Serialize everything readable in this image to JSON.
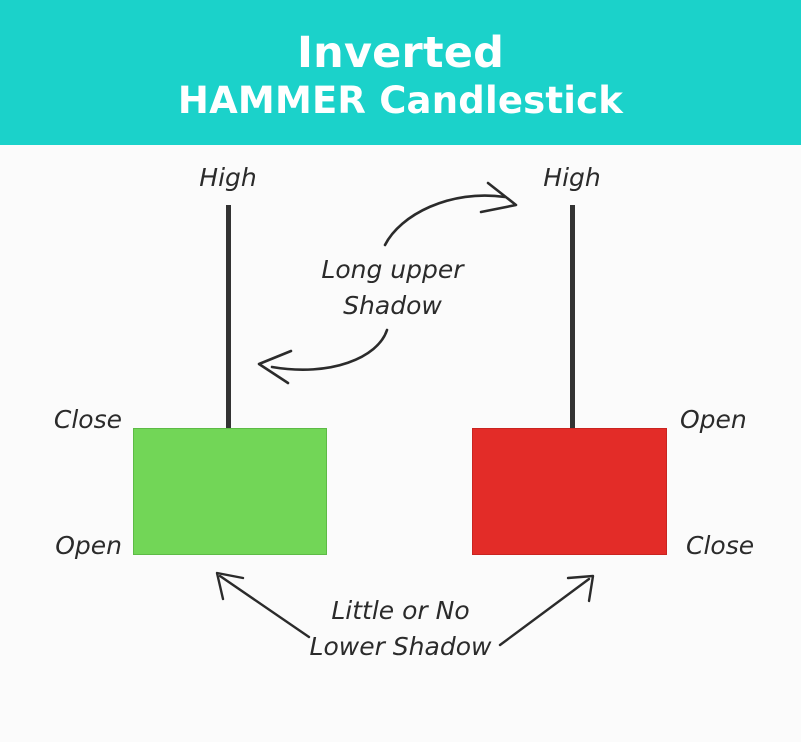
{
  "header": {
    "line1": "Inverted",
    "line2": "HAMMER Candlestick",
    "background_color": "#1BD2CA",
    "text_color": "#FFFFFF"
  },
  "diagram": {
    "background_color": "#FBFBFB",
    "bullish_candle": {
      "body_color": "#72D657",
      "wick_color": "#333333",
      "labels": {
        "high": "High",
        "top": "Close",
        "bottom": "Open"
      }
    },
    "bearish_candle": {
      "body_color": "#E32C28",
      "wick_color": "#333333",
      "labels": {
        "high": "High",
        "top": "Open",
        "bottom": "Close"
      }
    },
    "annotations": {
      "upper_shadow_line1": "Long upper",
      "upper_shadow_line2": "Shadow",
      "lower_shadow_line1": "Little or No",
      "lower_shadow_line2": "Lower Shadow"
    },
    "arrow_color": "#2b2b2b"
  }
}
